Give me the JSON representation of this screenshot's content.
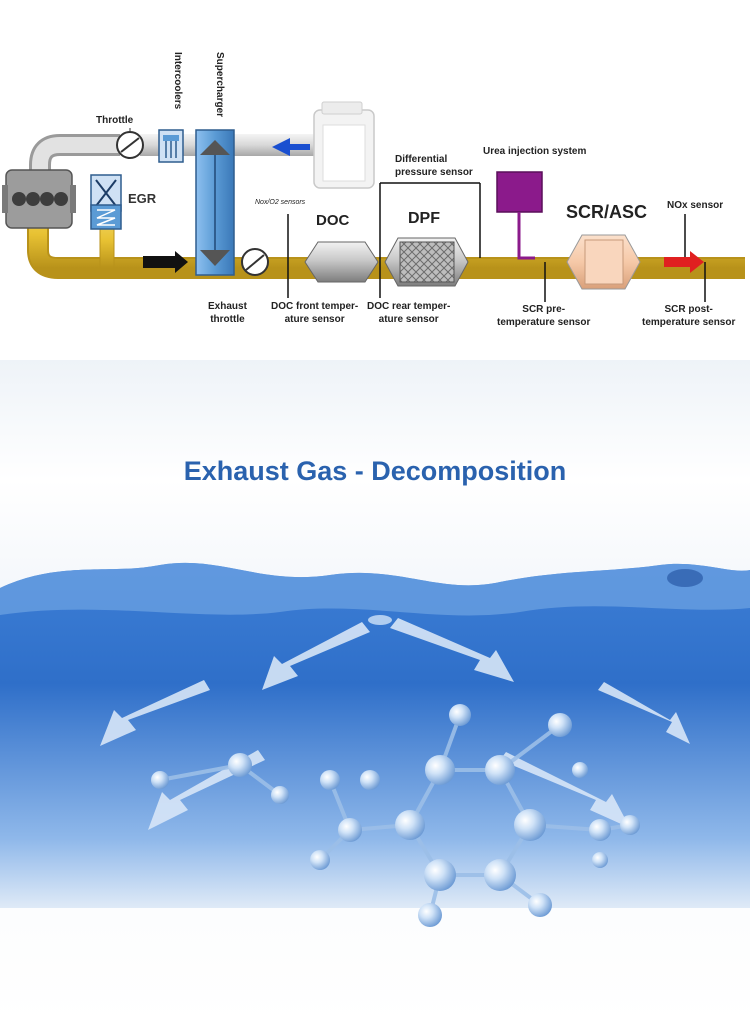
{
  "diagram": {
    "labels": {
      "throttle": "Throttle",
      "intercoolers": "Intercoolers",
      "supercharger": "Supercharger",
      "egr": "EGR",
      "nox_o2_sensors": "Nox/O2 sensors",
      "doc": "DOC",
      "dpf": "DPF",
      "scr_asc": "SCR/ASC",
      "differential_pressure_sensor": [
        "Differential",
        "pressure sensor"
      ],
      "urea_injection_system": "Urea injection system",
      "nox_sensor": "NOx sensor",
      "exhaust_throttle": [
        "Exhaust",
        "throttle"
      ],
      "doc_front_temperature_sensor": [
        "DOC front temper-",
        "ature sensor"
      ],
      "doc_rear_temperature_sensor": [
        "DOC rear temper-",
        "ature sensor"
      ],
      "scr_pre_temperature_sensor": [
        "SCR pre-",
        "temperature sensor"
      ],
      "scr_post_temperature_sensor": [
        "SCR post-",
        "temperature sensor"
      ]
    },
    "colors": {
      "pipe": "#e8c233",
      "pipe_dark": "#b8921a",
      "supercharger": "#5b9bd5",
      "urea_tank": "#8b1a8b",
      "scr": "#f6c9a8",
      "arrow_red": "#e02020",
      "arrow_blue": "#1a4fd0"
    }
  },
  "hero": {
    "title": "Exhaust Gas - Decomposition",
    "colors": {
      "title": "#2a62ae",
      "water": "#2f6fc9",
      "water_light": "#8fb8ea"
    }
  }
}
